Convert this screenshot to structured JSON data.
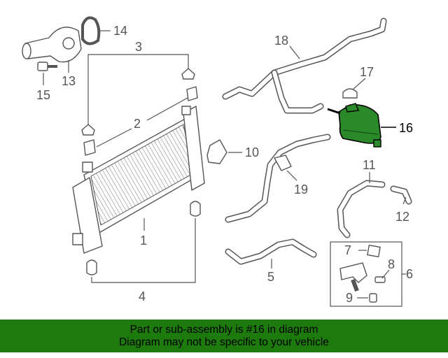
{
  "diagram": {
    "callouts": {
      "c1": "1",
      "c2": "2",
      "c3": "3",
      "c4": "4",
      "c5": "5",
      "c6": "6",
      "c7": "7",
      "c8": "8",
      "c9": "9",
      "c10": "10",
      "c11": "11",
      "c12": "12",
      "c13": "13",
      "c14": "14",
      "c15": "15",
      "c16": "16",
      "c17": "17",
      "c18": "18",
      "c19": "19"
    },
    "highlighted_part": "16",
    "highlight_color": "#2a8a2a",
    "line_color": "#555555"
  },
  "footer": {
    "line1": "Part or sub-assembly is #16 in diagram",
    "line2": "Diagram may not be specific to your vehicle",
    "background": "#1d7a0c"
  }
}
